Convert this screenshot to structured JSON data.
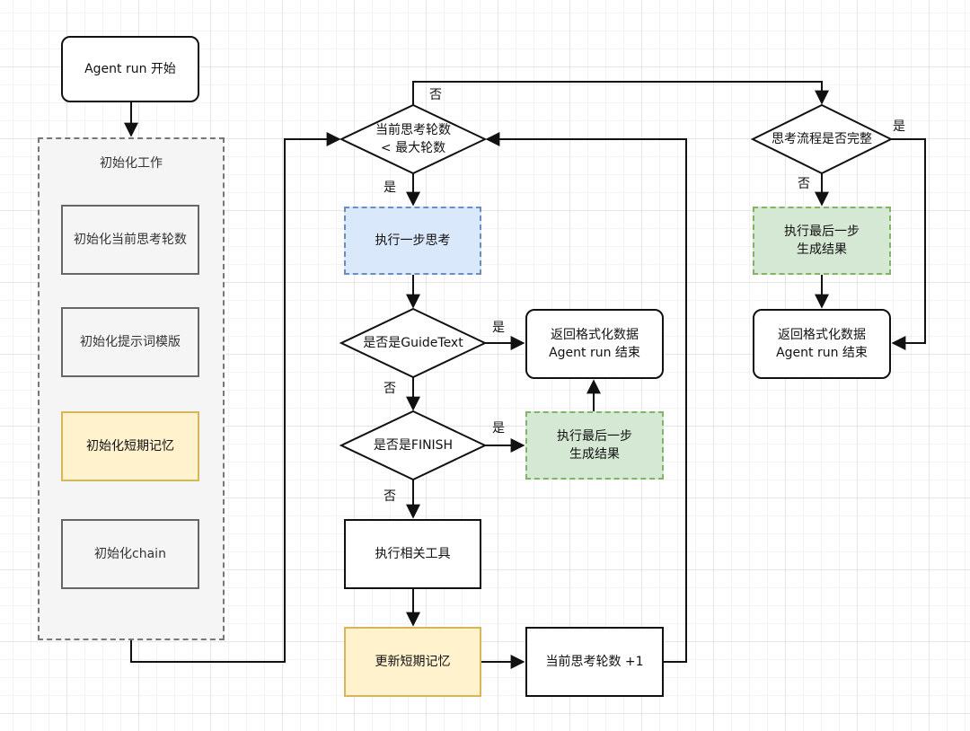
{
  "init_group": {
    "title": "初始化工作"
  },
  "nodes": {
    "start": "Agent run 开始",
    "init_rounds": "初始化当前思考轮数",
    "init_prompt": "初始化提示词模版",
    "init_memory": "初始化短期记忆",
    "init_chain": "初始化chain",
    "loop_check": "当前思考轮数\n< 最大轮数",
    "think_step": "执行一步思考",
    "is_guide": "是否是GuideText",
    "return_mid": "返回格式化数据\nAgent run 结束",
    "is_finish": "是否是FINISH",
    "final_step_mid": "执行最后一步\n生成结果",
    "exec_tool": "执行相关工具",
    "update_memory": "更新短期记忆",
    "rounds_inc": "当前思考轮数 +1",
    "is_complete": "思考流程是否完整",
    "final_step_right": "执行最后一步\n生成结果",
    "return_right": "返回格式化数据\nAgent run 结束"
  },
  "edge_labels": {
    "loop_no": "否",
    "loop_yes": "是",
    "guide_yes": "是",
    "guide_no": "否",
    "finish_yes": "是",
    "finish_no": "否",
    "complete_yes": "是",
    "complete_no": "否"
  },
  "colors": {
    "grey_fill": "#f5f5f5",
    "yellow_fill": "#fff2cc",
    "blue_fill": "#dae8fc",
    "green_fill": "#d5e8d4"
  }
}
